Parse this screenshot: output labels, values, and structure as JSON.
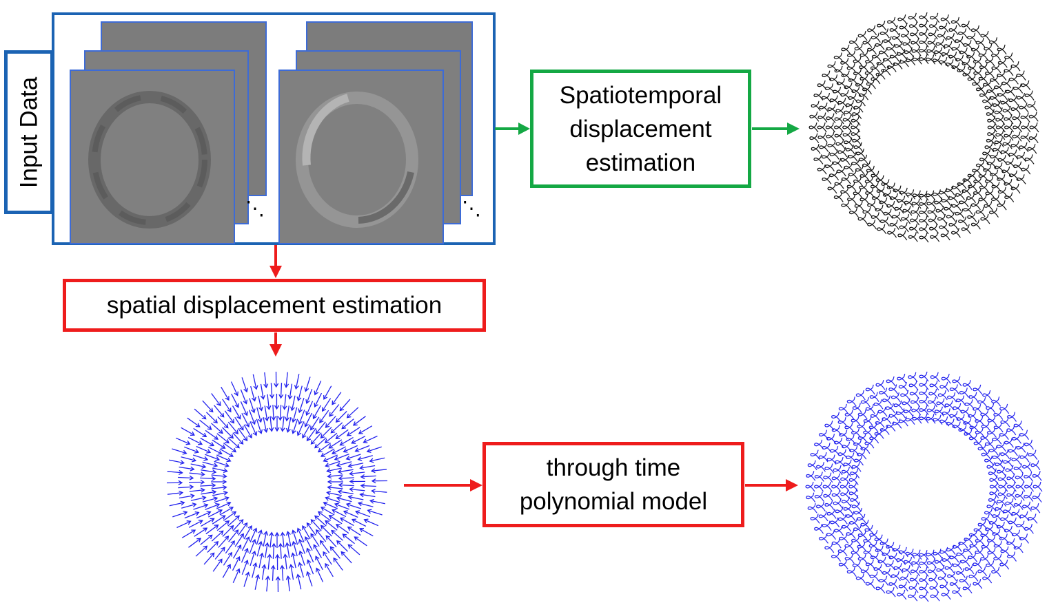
{
  "input_label": "Input Data",
  "spatiotemporal_label": "Spatiotemporal\ndisplacement\nestimation",
  "spatial_label": "spatial displacement estimation",
  "polynomial_label": "through time\npolynomial model",
  "colors": {
    "input_border": "#1b63b3",
    "frame_border": "#3d6bd6",
    "spatiotemporal_border": "#14a844",
    "spatial_border": "#ee1c1c",
    "arrow_green": "#14a844",
    "arrow_red": "#ee1c1c",
    "trajectory_black": "#111111",
    "vector_blue": "#2222ee",
    "frame_fill": "#808080"
  }
}
